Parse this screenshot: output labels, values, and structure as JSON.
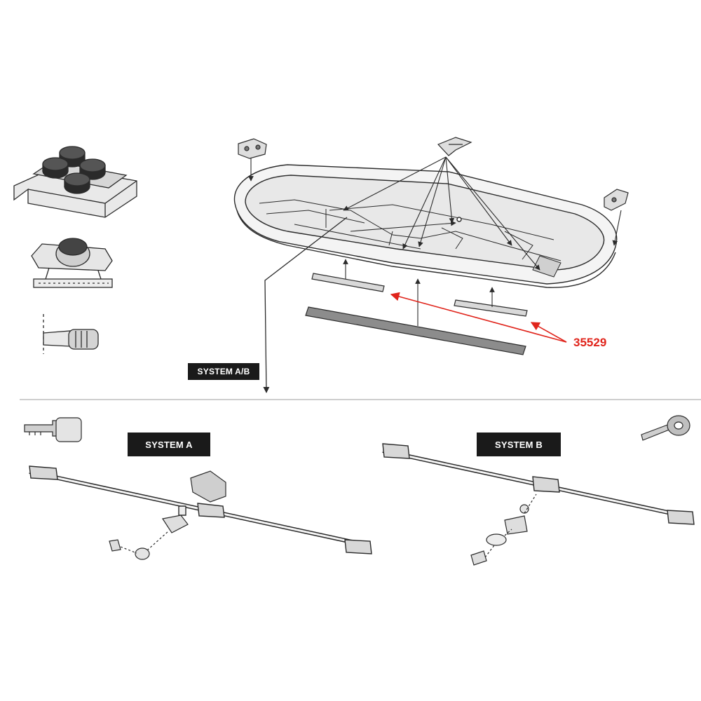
{
  "labels": {
    "system_ab": "SYSTEM A/B",
    "system_a": "SYSTEM A",
    "system_b": "SYSTEM B"
  },
  "callout": {
    "part_number": "35529"
  },
  "colors": {
    "callout": "#e0241b",
    "line": "#2b2b2b",
    "label_bg": "#1a1a1a",
    "label_text": "#ffffff",
    "separator": "#bdbdbd"
  },
  "icons": [
    "multi-knob-clamp-icon",
    "single-knob-clamp-icon",
    "strap-buckle-icon",
    "roof-box-icon",
    "hinge-bracket-icon",
    "center-bracket-icon",
    "side-bracket-icon",
    "short-rail-strip-icon",
    "long-rail-strip-icon",
    "key-icon",
    "lock-cylinder-icon",
    "mounting-bar-icon"
  ]
}
